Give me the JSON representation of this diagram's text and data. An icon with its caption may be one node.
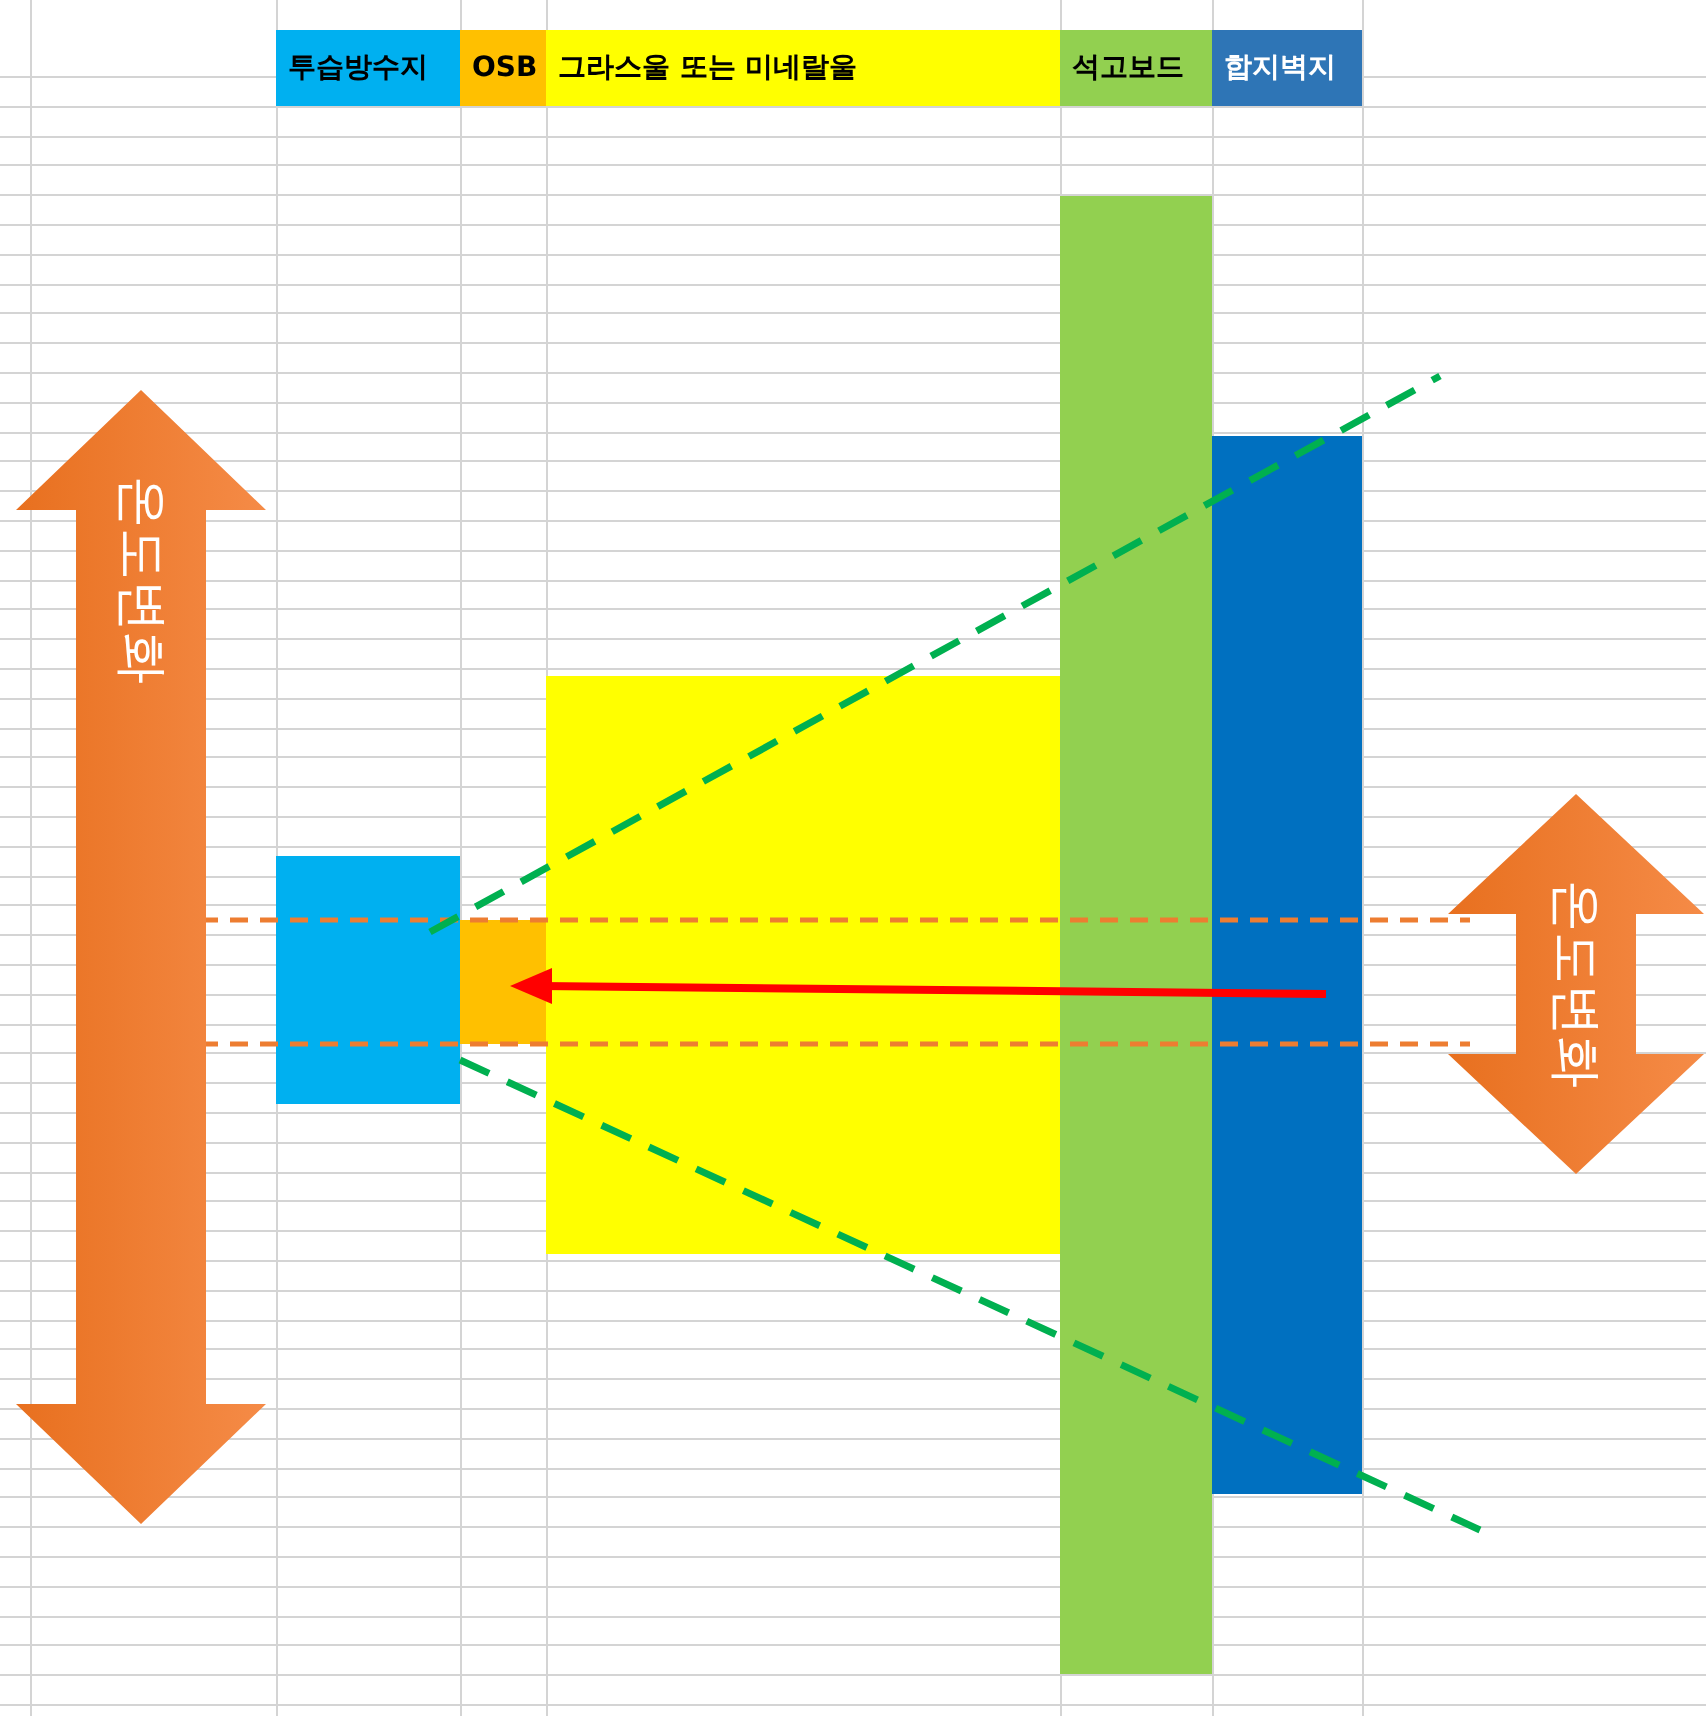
{
  "diagram": {
    "nodes": [
      {
        "text": [
          "투습방수지"
        ]
      },
      {
        "text": [
          "OSB"
        ]
      },
      {
        "text": [
          "그라스울 또는 미네랄울"
        ]
      },
      {
        "text": [
          "석고보드"
        ]
      },
      {
        "text": [
          "합지벽지"
        ]
      },
      {
        "text": [
          "온도변화"
        ]
      },
      {
        "text": [
          "온도변화"
        ]
      }
    ]
  }
}
